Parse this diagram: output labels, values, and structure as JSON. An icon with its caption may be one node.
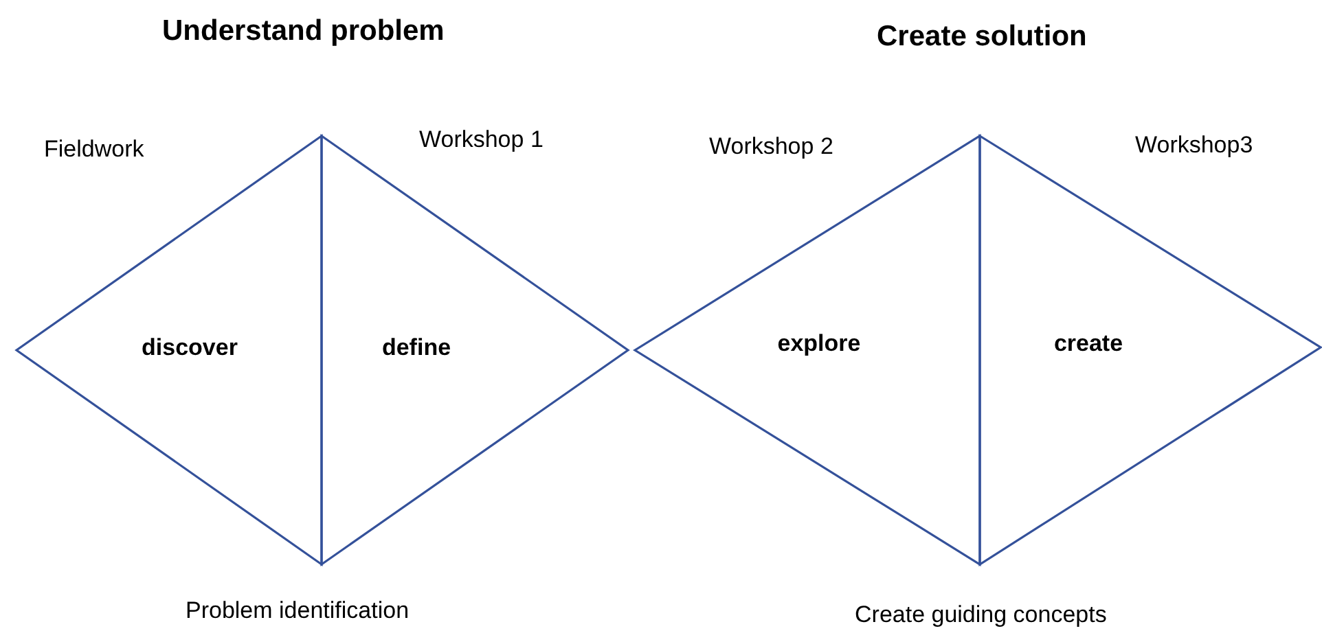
{
  "diagram": {
    "nodes": [
      {
        "text": [
          "discover"
        ]
      },
      {
        "text": [
          "define"
        ]
      },
      {
        "text": [
          "explore"
        ]
      },
      {
        "text": [
          "create"
        ]
      }
    ],
    "labels": [
      "Understand problem",
      "Create solution",
      "Fieldwork",
      "Workshop 1",
      "Workshop 2",
      "Workshop3",
      "Problem identification",
      "Create guiding concepts"
    ]
  }
}
